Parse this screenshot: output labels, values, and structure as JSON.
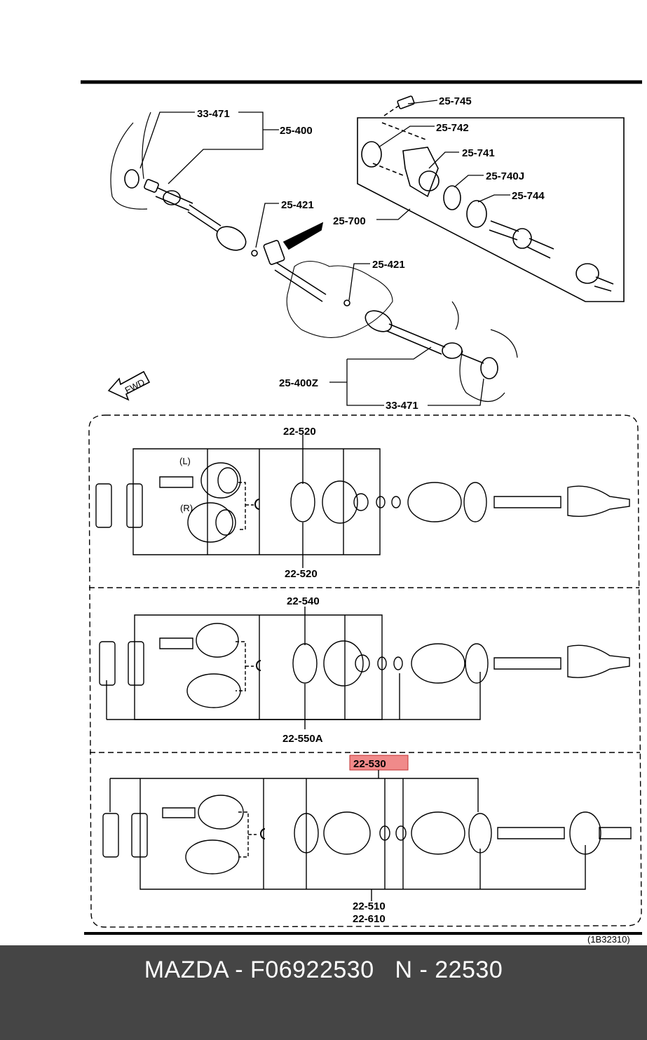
{
  "diagram": {
    "callouts": {
      "c33471_top": "33-471",
      "c25400": "25-400",
      "c25421_a": "25-421",
      "c25421_b": "25-421",
      "c25745": "25-745",
      "c25742": "25-742",
      "c25741": "25-741",
      "c25740j": "25-740J",
      "c25744": "25-744",
      "c25700": "25-700",
      "c25400z": "25-400Z",
      "c33471_bottom": "33-471",
      "fwd": "FWD"
    },
    "panel1": {
      "top_label": "22-520",
      "bottom_label": "22-520",
      "left_tag": "(L)",
      "right_tag": "(R)"
    },
    "panel2": {
      "top_label": "22-540",
      "bottom_label": "22-550A"
    },
    "panel3": {
      "highlight_label": "22-530",
      "bottom_label_1": "22-510",
      "bottom_label_2": "22-610"
    },
    "figure_code": "(1B32310)",
    "highlight_color": "#f08a8a"
  },
  "footer": {
    "text": "MAZDA - F06922530   N - 22530"
  }
}
